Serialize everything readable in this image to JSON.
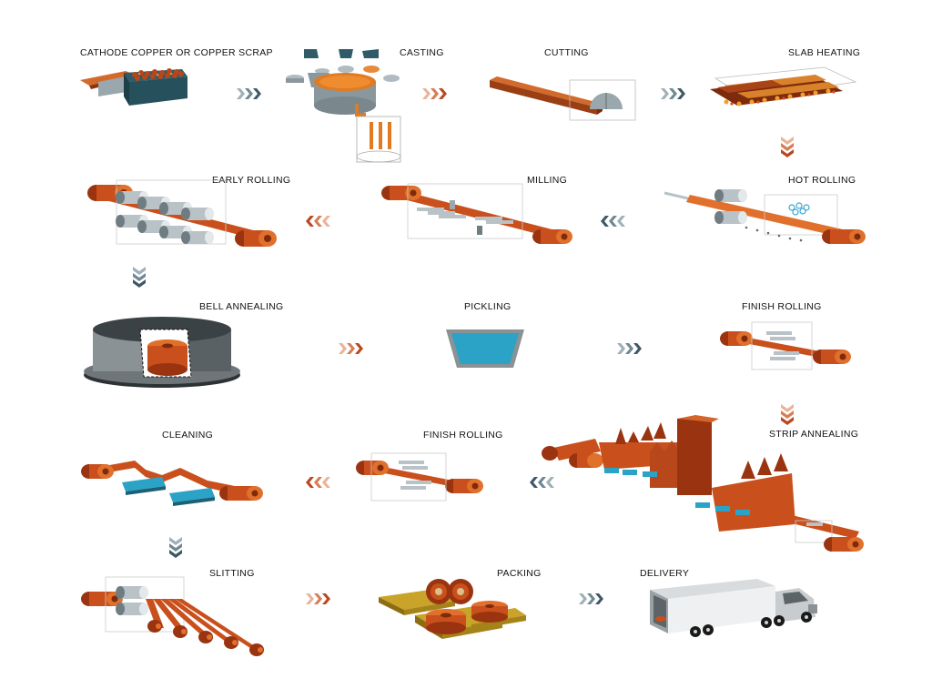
{
  "steps": [
    {
      "label": "CATHODE COPPER OR COPPER SCRAP"
    },
    {
      "label": "CASTING"
    },
    {
      "label": "CUTTING"
    },
    {
      "label": "SLAB  HEATING"
    },
    {
      "label": "EARLY ROLLING"
    },
    {
      "label": "MILLING"
    },
    {
      "label": "HOT  ROLLING"
    },
    {
      "label": "BELL ANNEALING"
    },
    {
      "label": "PICKLING"
    },
    {
      "label": "FINISH ROLLING"
    },
    {
      "label": "CLEANING"
    },
    {
      "label": "FINISH ROLLING"
    },
    {
      "label": "STRIP  ANNEALING"
    },
    {
      "label": "SLITTING"
    },
    {
      "label": "PACKING"
    },
    {
      "label": "DELIVERY"
    }
  ],
  "colors": {
    "copper": "#c9501c",
    "copper_dark": "#7e2a0c",
    "copper_light": "#e67a32",
    "steel": "#9aa5ab",
    "teal": "#2f5c68",
    "arrow_copper": "#c0582a",
    "arrow_steel": "#4e6a78",
    "pickling_blue": "#2aa3c6",
    "pallet_yellow": "#c9a32a"
  },
  "icons": [
    "arrow-right-icon",
    "arrow-left-icon",
    "arrow-down-icon",
    "copper-coil-icon",
    "roller-icon",
    "truck-icon",
    "furnace-icon"
  ]
}
